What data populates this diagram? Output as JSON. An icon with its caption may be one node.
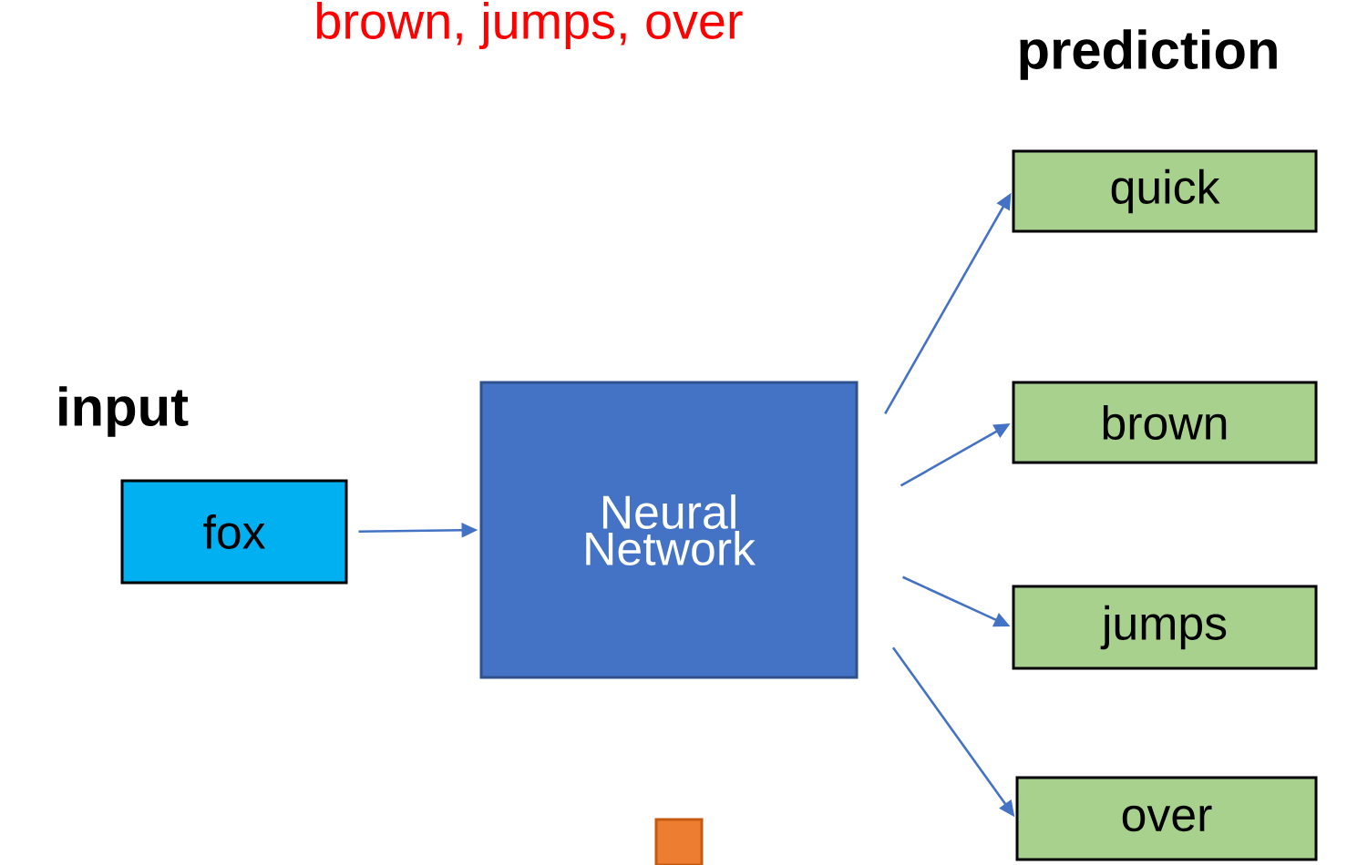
{
  "diagram": {
    "nodes": [
      {
        "text": [
          "fox"
        ]
      },
      {
        "text": [
          "Neural Network"
        ]
      },
      {
        "text": [
          "quick"
        ]
      },
      {
        "text": [
          "brown"
        ]
      },
      {
        "text": [
          "jumps"
        ]
      },
      {
        "text": [
          "over"
        ]
      },
      {
        "text": [],
        "shape": "box"
      }
    ],
    "edges": [
      {
        "from": 0,
        "to": 1,
        "arrow": "to"
      },
      {
        "from": 1,
        "to": 2,
        "arrow": "to"
      },
      {
        "from": 1,
        "to": 3,
        "arrow": "to"
      },
      {
        "from": 1,
        "to": 4,
        "arrow": "to"
      },
      {
        "from": 1,
        "to": 5,
        "arrow": "to"
      }
    ],
    "labels": [
      "brown, jumps, over",
      "prediction",
      "input"
    ]
  }
}
